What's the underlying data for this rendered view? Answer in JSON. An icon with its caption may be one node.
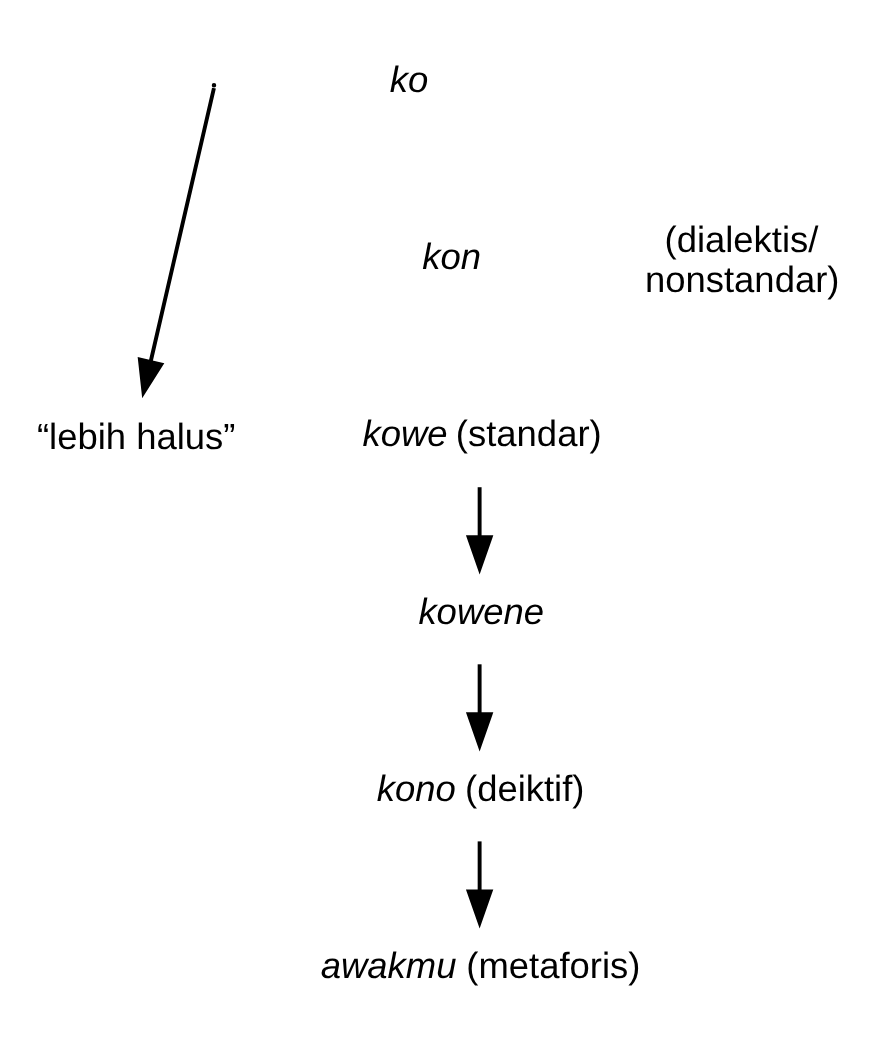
{
  "diagram": {
    "nodes": [
      {
        "text": [
          "*ko*"
        ]
      },
      {
        "text": [
          "*kon*"
        ]
      },
      {
        "text": [
          "“lebih halus”"
        ]
      },
      {
        "text": [
          "*kowe* (standar)"
        ]
      },
      {
        "text": [
          "*kowene*"
        ]
      },
      {
        "text": [
          "*kono* (deiktif)"
        ]
      },
      {
        "text": [
          "*awakmu* (metaforis)"
        ]
      }
    ],
    "edges": [
      {
        "from": null,
        "to": 2,
        "arrow": "to"
      },
      {
        "from": 3,
        "to": 4,
        "arrow": "to"
      },
      {
        "from": 4,
        "to": 5,
        "arrow": "to"
      },
      {
        "from": 5,
        "to": 6,
        "arrow": "to"
      }
    ],
    "labels": [
      "(dialektis/ nonstandar)"
    ]
  }
}
